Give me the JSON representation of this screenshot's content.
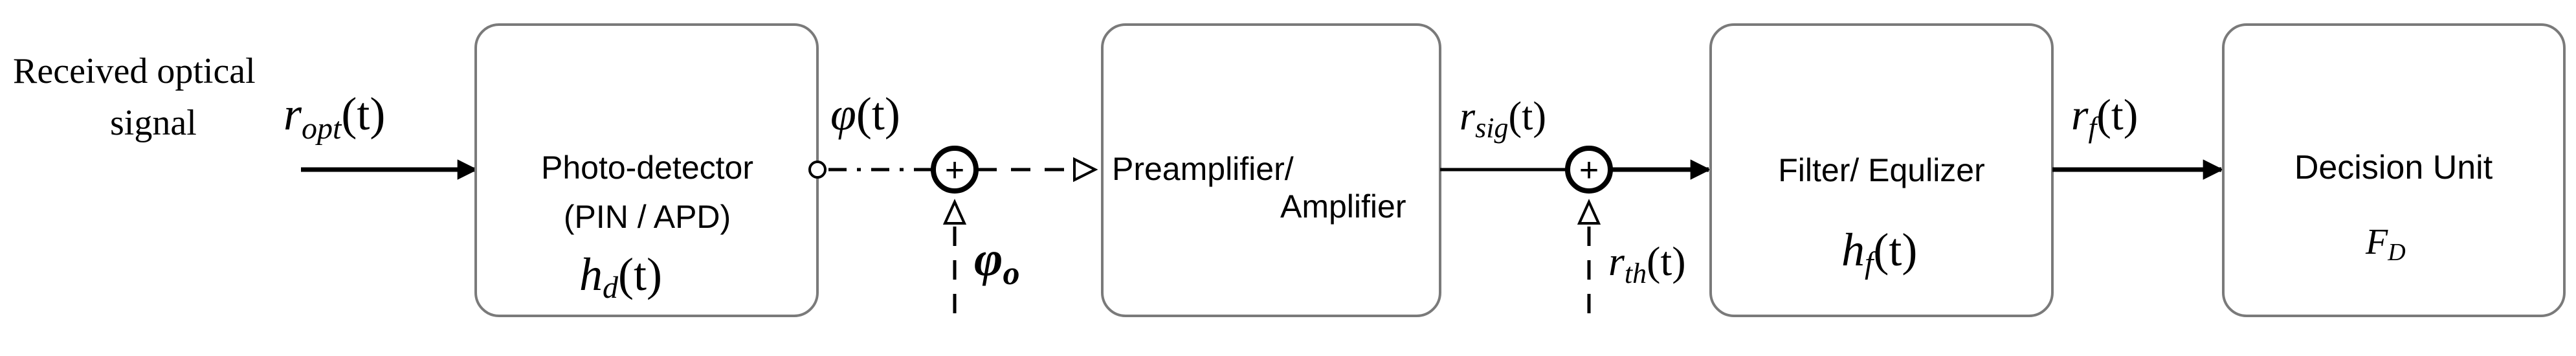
{
  "input": {
    "label_line1": "Received optical",
    "label_line2": "signal",
    "signal_symbol": "r",
    "signal_sub": "opt",
    "signal_arg": "(t)"
  },
  "photodetector": {
    "title": "Photo-detector",
    "subtitle": "(PIN / APD)",
    "symbol": "h",
    "symbol_sub": "d",
    "symbol_arg": "(t)"
  },
  "phase_signal": {
    "symbol": "φ",
    "arg": "(t)"
  },
  "phase_noise": {
    "symbol": "φ",
    "sub": "o"
  },
  "amplifier": {
    "line1": "Preamplifier/",
    "line2": "Amplifier"
  },
  "signal_out": {
    "symbol": "r",
    "sub": "sig",
    "arg": "(t)"
  },
  "thermal_noise": {
    "symbol": "r",
    "sub": "th",
    "arg": "(t)"
  },
  "filter": {
    "title": "Filter/ Equlizer",
    "symbol": "h",
    "symbol_sub": "f",
    "symbol_arg": "(t)"
  },
  "filter_out": {
    "symbol": "r",
    "sub": "f",
    "arg": "(t)"
  },
  "decision": {
    "title": "Decision Unit",
    "symbol": "F",
    "symbol_sub": "D"
  },
  "summing_symbol": "+"
}
